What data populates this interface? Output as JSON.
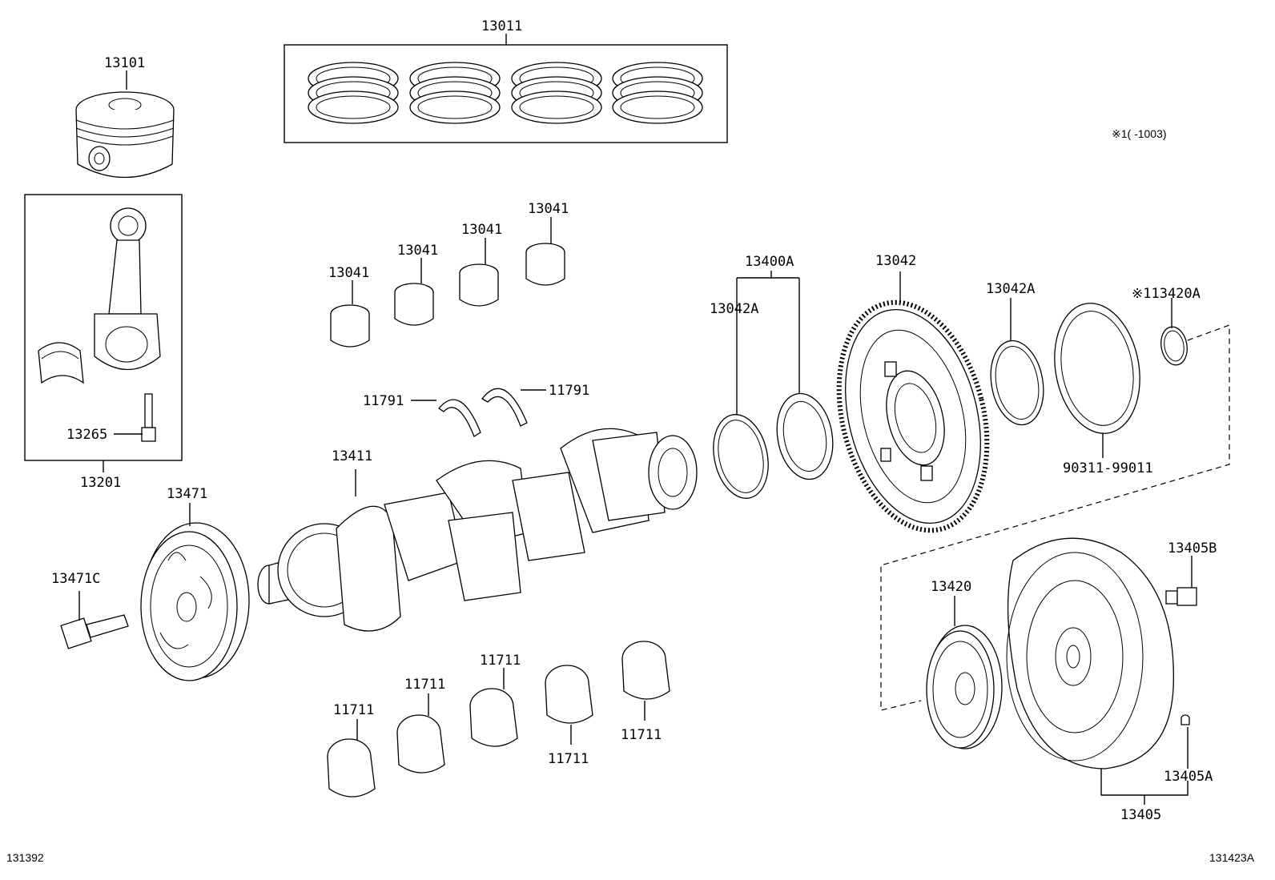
{
  "labels": {
    "piston": "13101",
    "ring_set": "13011",
    "conrod_assy": "13201",
    "conrod_bolt": "13265",
    "conrod_bearing_1": "13041",
    "conrod_bearing_2": "13041",
    "conrod_bearing_3": "13041",
    "conrod_bearing_4": "13041",
    "thrust_washer_l": "11791",
    "thrust_washer_r": "11791",
    "crankshaft": "13411",
    "pulley": "13471",
    "pulley_bolt": "13471C",
    "main_bearing_1": "11711",
    "main_bearing_2": "11711",
    "main_bearing_3": "11711",
    "main_bearing_4": "11711",
    "main_bearing_5": "11711",
    "gear_sub_assy": "13400A",
    "gear_ring": "13042A",
    "flywheel_gear": "13042",
    "gear_ring_2": "13042A",
    "spacer": "※113420A",
    "oil_seal": "90311-99011",
    "flywheel": "13420",
    "flywheel_bolt": "13405B",
    "pin": "13405A",
    "flywheel_assy": "13405"
  },
  "note": "※1(      -1003)",
  "footer": {
    "left_code": "131392",
    "right_code": "131423A"
  }
}
